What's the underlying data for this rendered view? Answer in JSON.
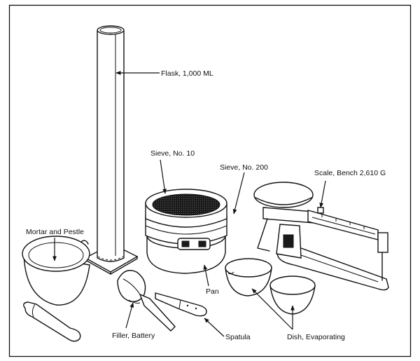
{
  "figure": {
    "type": "labeled equipment illustration",
    "labels": {
      "flask": "Flask, 1,000 ML",
      "sieve_10": "Sieve, No. 10",
      "sieve_200": "Sieve, No. 200",
      "scale": "Scale, Bench 2,610 G",
      "mortar": "Mortar and Pestle",
      "pan": "Pan",
      "filler": "Filler, Battery",
      "spatula": "Spatula",
      "dish": "Dish, Evaporating"
    }
  }
}
